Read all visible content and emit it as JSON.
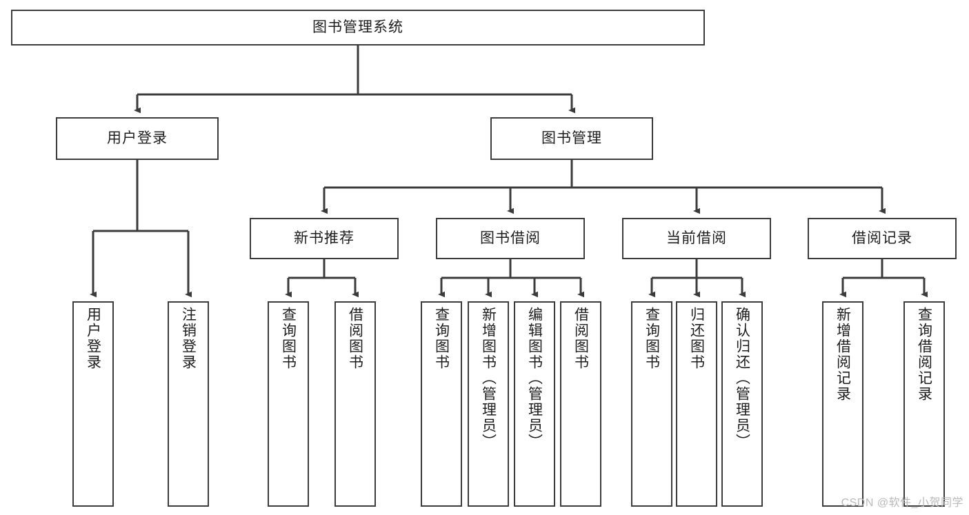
{
  "diagram": {
    "type": "tree-hierarchy-chart",
    "title": "图书管理系统",
    "watermark": "CSDN @软件_小贺同学",
    "colors": {
      "box_border": "#3b3b3b",
      "box_fill": "#ffffff",
      "connector": "#3b3b3b",
      "text": "#1d1d1d",
      "watermark": "#b9b9b9"
    },
    "levels": {
      "root": {
        "label": "图书管理系统"
      },
      "level2": [
        {
          "label": "用户登录"
        },
        {
          "label": "图书管理"
        }
      ],
      "level3": [
        {
          "label": "新书推荐"
        },
        {
          "label": "图书借阅"
        },
        {
          "label": "当前借阅"
        },
        {
          "label": "借阅记录"
        }
      ],
      "leaves": {
        "user_login": [
          {
            "label": "用户登录"
          },
          {
            "label": "注销登录"
          }
        ],
        "new_book_recommend": [
          {
            "label": "查询图书"
          },
          {
            "label": "借阅图书"
          }
        ],
        "book_borrow": [
          {
            "label": "查询图书"
          },
          {
            "label": "新增图书（管理员）"
          },
          {
            "label": "编辑图书（管理员）"
          },
          {
            "label": "借阅图书"
          }
        ],
        "current_borrow": [
          {
            "label": "查询图书"
          },
          {
            "label": "归还图书"
          },
          {
            "label": "确认归还（管理员）"
          }
        ],
        "borrow_record": [
          {
            "label": "新增借阅记录"
          },
          {
            "label": "查询借阅记录"
          }
        ]
      }
    }
  }
}
